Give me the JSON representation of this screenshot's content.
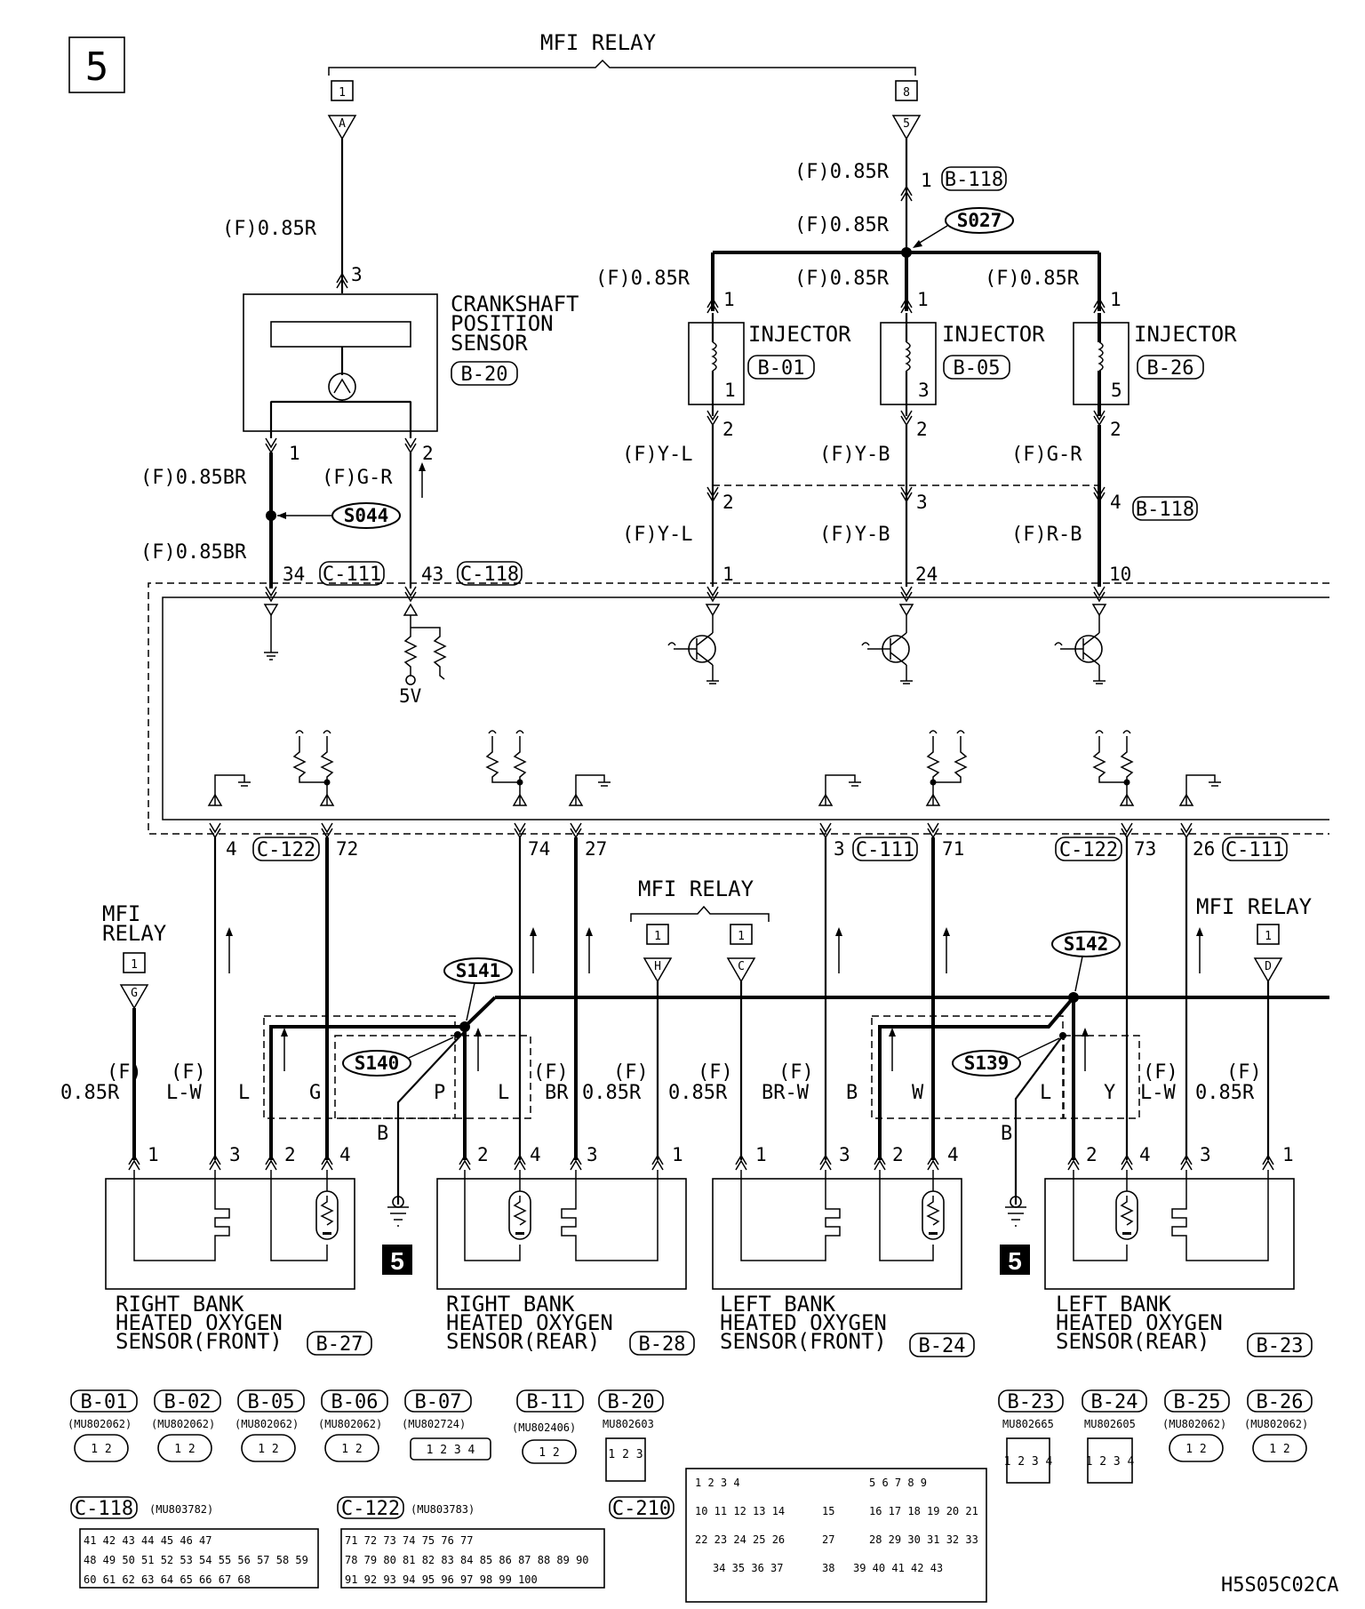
{
  "page_number": "5",
  "footer_code": "H5S05C02CA",
  "ground_mark": "5",
  "relays": {
    "top": "MFI RELAY",
    "middle": "MFI RELAY",
    "right": "MFI RELAY",
    "left_line1": "MFI",
    "left_line2": "RELAY"
  },
  "relay_pins": {
    "top_left": "1",
    "top_right": "8",
    "mid_h": "1",
    "mid_c": "1",
    "right_d": "1",
    "left_g": "1"
  },
  "terminal_letters": {
    "a": "A",
    "five": "5",
    "g": "G",
    "h": "H",
    "c": "C",
    "d": "D"
  },
  "wires": {
    "crank_supply": "(F)0.85R",
    "b118_supply": "(F)0.85R",
    "s027_feed": "(F)0.85R",
    "inj1_supply": "(F)0.85R",
    "inj2_supply": "(F)0.85R",
    "inj3_supply": "(F)0.85R",
    "inj1_out": "(F)Y-L",
    "inj2_out": "(F)Y-B",
    "inj3_out": "(F)G-R",
    "inj1_ecu": "(F)Y-L",
    "inj2_ecu": "(F)Y-B",
    "inj3_ecu": "(F)R-B",
    "crank_gnd": "(F)0.85BR",
    "crank_gnd2": "(F)0.85BR",
    "crank_sig": "(F)G-R"
  },
  "splices": {
    "s027": "S027",
    "s044": "S044",
    "s141": "S141",
    "s140": "S140",
    "s142": "S142",
    "s139": "S139"
  },
  "connectors": {
    "b118_top": "B-118",
    "b118_mid": "B-118",
    "c111_a": "C-111",
    "c118": "C-118",
    "c122_a": "C-122",
    "c111_b": "C-111",
    "c122_b": "C-122",
    "c111_c": "C-111"
  },
  "pins": {
    "b118_1": "1",
    "crank_3": "3",
    "crank_1": "1",
    "crank_2": "2",
    "c111_34": "34",
    "c118_43": "43",
    "inj1_in": "1",
    "inj2_in": "1",
    "inj3_in": "1",
    "inj1_num": "1",
    "inj2_num": "3",
    "inj3_num": "5",
    "inj1_out": "2",
    "inj2_out": "2",
    "inj3_out": "2",
    "b118_2": "2",
    "b118_3": "3",
    "b118_4": "4",
    "ecu_1": "1",
    "ecu_24": "24",
    "ecu_10": "10",
    "ecu_4": "4",
    "ecu_72": "72",
    "ecu_74": "74",
    "ecu_27": "27",
    "ecu_3": "3",
    "ecu_71": "71",
    "ecu_73": "73",
    "ecu_26": "26",
    "fiveV": "5V"
  },
  "components": {
    "crank": {
      "line1": "CRANKSHAFT",
      "line2": "POSITION",
      "line3": "SENSOR",
      "conn": "B-20"
    },
    "inj1": {
      "name": "INJECTOR",
      "conn": "B-01"
    },
    "inj2": {
      "name": "INJECTOR",
      "conn": "B-05"
    },
    "inj3": {
      "name": "INJECTOR",
      "conn": "B-26"
    }
  },
  "sensors": [
    {
      "line1": "RIGHT BANK",
      "line2": "HEATED OXYGEN",
      "line3": "SENSOR(FRONT)",
      "conn": "B-27",
      "pins": [
        "1",
        "3",
        "2",
        "4"
      ],
      "wires": [
        {
          "f": "(F)",
          "v": "0.85R"
        },
        {
          "f": "(F)",
          "v": "L-W"
        },
        {
          "f": "",
          "v": "L"
        },
        {
          "f": "",
          "v": "G"
        }
      ]
    },
    {
      "line1": "RIGHT BANK",
      "line2": "HEATED OXYGEN",
      "line3": "SENSOR(REAR)",
      "conn": "B-28",
      "pins": [
        "2",
        "4",
        "3",
        "1"
      ],
      "wires": [
        {
          "f": "",
          "v": "P"
        },
        {
          "f": "",
          "v": "L"
        },
        {
          "f": "(F)",
          "v": "BR"
        },
        {
          "f": "(F)",
          "v": "0.85R"
        }
      ]
    },
    {
      "line1": "LEFT BANK",
      "line2": "HEATED OXYGEN",
      "line3": "SENSOR(FRONT)",
      "conn": "B-24",
      "pins": [
        "1",
        "3",
        "2",
        "4"
      ],
      "wires": [
        {
          "f": "(F)",
          "v": "0.85R"
        },
        {
          "f": "(F)",
          "v": "BR-W"
        },
        {
          "f": "",
          "v": "B"
        },
        {
          "f": "",
          "v": "W"
        }
      ]
    },
    {
      "line1": "LEFT BANK",
      "line2": "HEATED OXYGEN",
      "line3": "SENSOR(REAR)",
      "conn": "B-23",
      "pins": [
        "2",
        "4",
        "3",
        "1"
      ],
      "wires": [
        {
          "f": "",
          "v": "L"
        },
        {
          "f": "",
          "v": "Y"
        },
        {
          "f": "(F)",
          "v": "L-W"
        },
        {
          "f": "(F)",
          "v": "0.85R"
        }
      ]
    }
  ],
  "ground_wire": {
    "left": "B",
    "right": "B"
  },
  "legend": {
    "b01": {
      "name": "B-01",
      "part": "(MU802062)",
      "pins": "1 2"
    },
    "b02": {
      "name": "B-02",
      "part": "(MU802062)",
      "pins": "1 2"
    },
    "b05": {
      "name": "B-05",
      "part": "(MU802062)",
      "pins": "1 2"
    },
    "b06": {
      "name": "B-06",
      "part": "(MU802062)",
      "pins": "1 2"
    },
    "b07": {
      "name": "B-07",
      "part": "(MU802724)",
      "pins": "1 2 3 4"
    },
    "b11": {
      "name": "B-11",
      "part": "(MU802406)",
      "pins": "1 2"
    },
    "b20": {
      "name": "B-20",
      "part": "MU802603",
      "pins": "1 2 3"
    },
    "b23": {
      "name": "B-23",
      "part": "MU802665",
      "pins": "1 2 3 4"
    },
    "b24": {
      "name": "B-24",
      "part": "MU802605",
      "pins": "1 2 3 4"
    },
    "b25": {
      "name": "B-25",
      "part": "(MU802062)",
      "pins": "1 2"
    },
    "b26": {
      "name": "B-26",
      "part": "(MU802062)",
      "pins": "1 2"
    },
    "c118": {
      "name": "C-118",
      "part": "(MU803782)"
    },
    "c122": {
      "name": "C-122",
      "part": "(MU803783)"
    },
    "c210": {
      "name": "C-210"
    }
  },
  "c118_grid": [
    [
      "41",
      "42",
      "43",
      "44",
      "",
      "",
      "",
      "",
      "45",
      "46",
      "47"
    ],
    [
      "48",
      "49",
      "50",
      "51",
      "52",
      "53",
      "54",
      "55",
      "56",
      "57",
      "58",
      "59"
    ],
    [
      "60",
      "61",
      "",
      "62",
      "63",
      "64",
      "",
      "65",
      "66",
      "",
      "67",
      "68"
    ]
  ],
  "c122_grid": [
    [
      "71",
      "72",
      "",
      "73",
      "74",
      "",
      "",
      "",
      "75",
      "76",
      "77"
    ],
    [
      "78",
      "79",
      "80",
      "81",
      "82",
      "83",
      "84",
      "85",
      "86",
      "87",
      "88",
      "89",
      "90"
    ],
    [
      "91",
      "92",
      "93",
      "",
      "94",
      "95",
      "",
      "96",
      "97",
      "98",
      "",
      "99",
      "100"
    ]
  ],
  "c210_grid": {
    "r1a": [
      "1",
      "2",
      "",
      "3",
      "4"
    ],
    "r1b": [
      "5",
      "6",
      "7",
      "",
      "8",
      "9"
    ],
    "r2a": [
      "10",
      "11",
      "12",
      "13",
      "14"
    ],
    "r2m": "15",
    "r2b": [
      "16",
      "17",
      "18",
      "19",
      "20",
      "21"
    ],
    "r3a": [
      "22",
      "23",
      "24",
      "25",
      "26"
    ],
    "r3m": "27",
    "r3b": [
      "28",
      "29",
      "30",
      "31",
      "32",
      "33"
    ],
    "r4a": [
      "34",
      "35",
      "36",
      "37"
    ],
    "r4m": "38",
    "r4b": [
      "39",
      "40",
      "41",
      "42",
      "43"
    ]
  }
}
